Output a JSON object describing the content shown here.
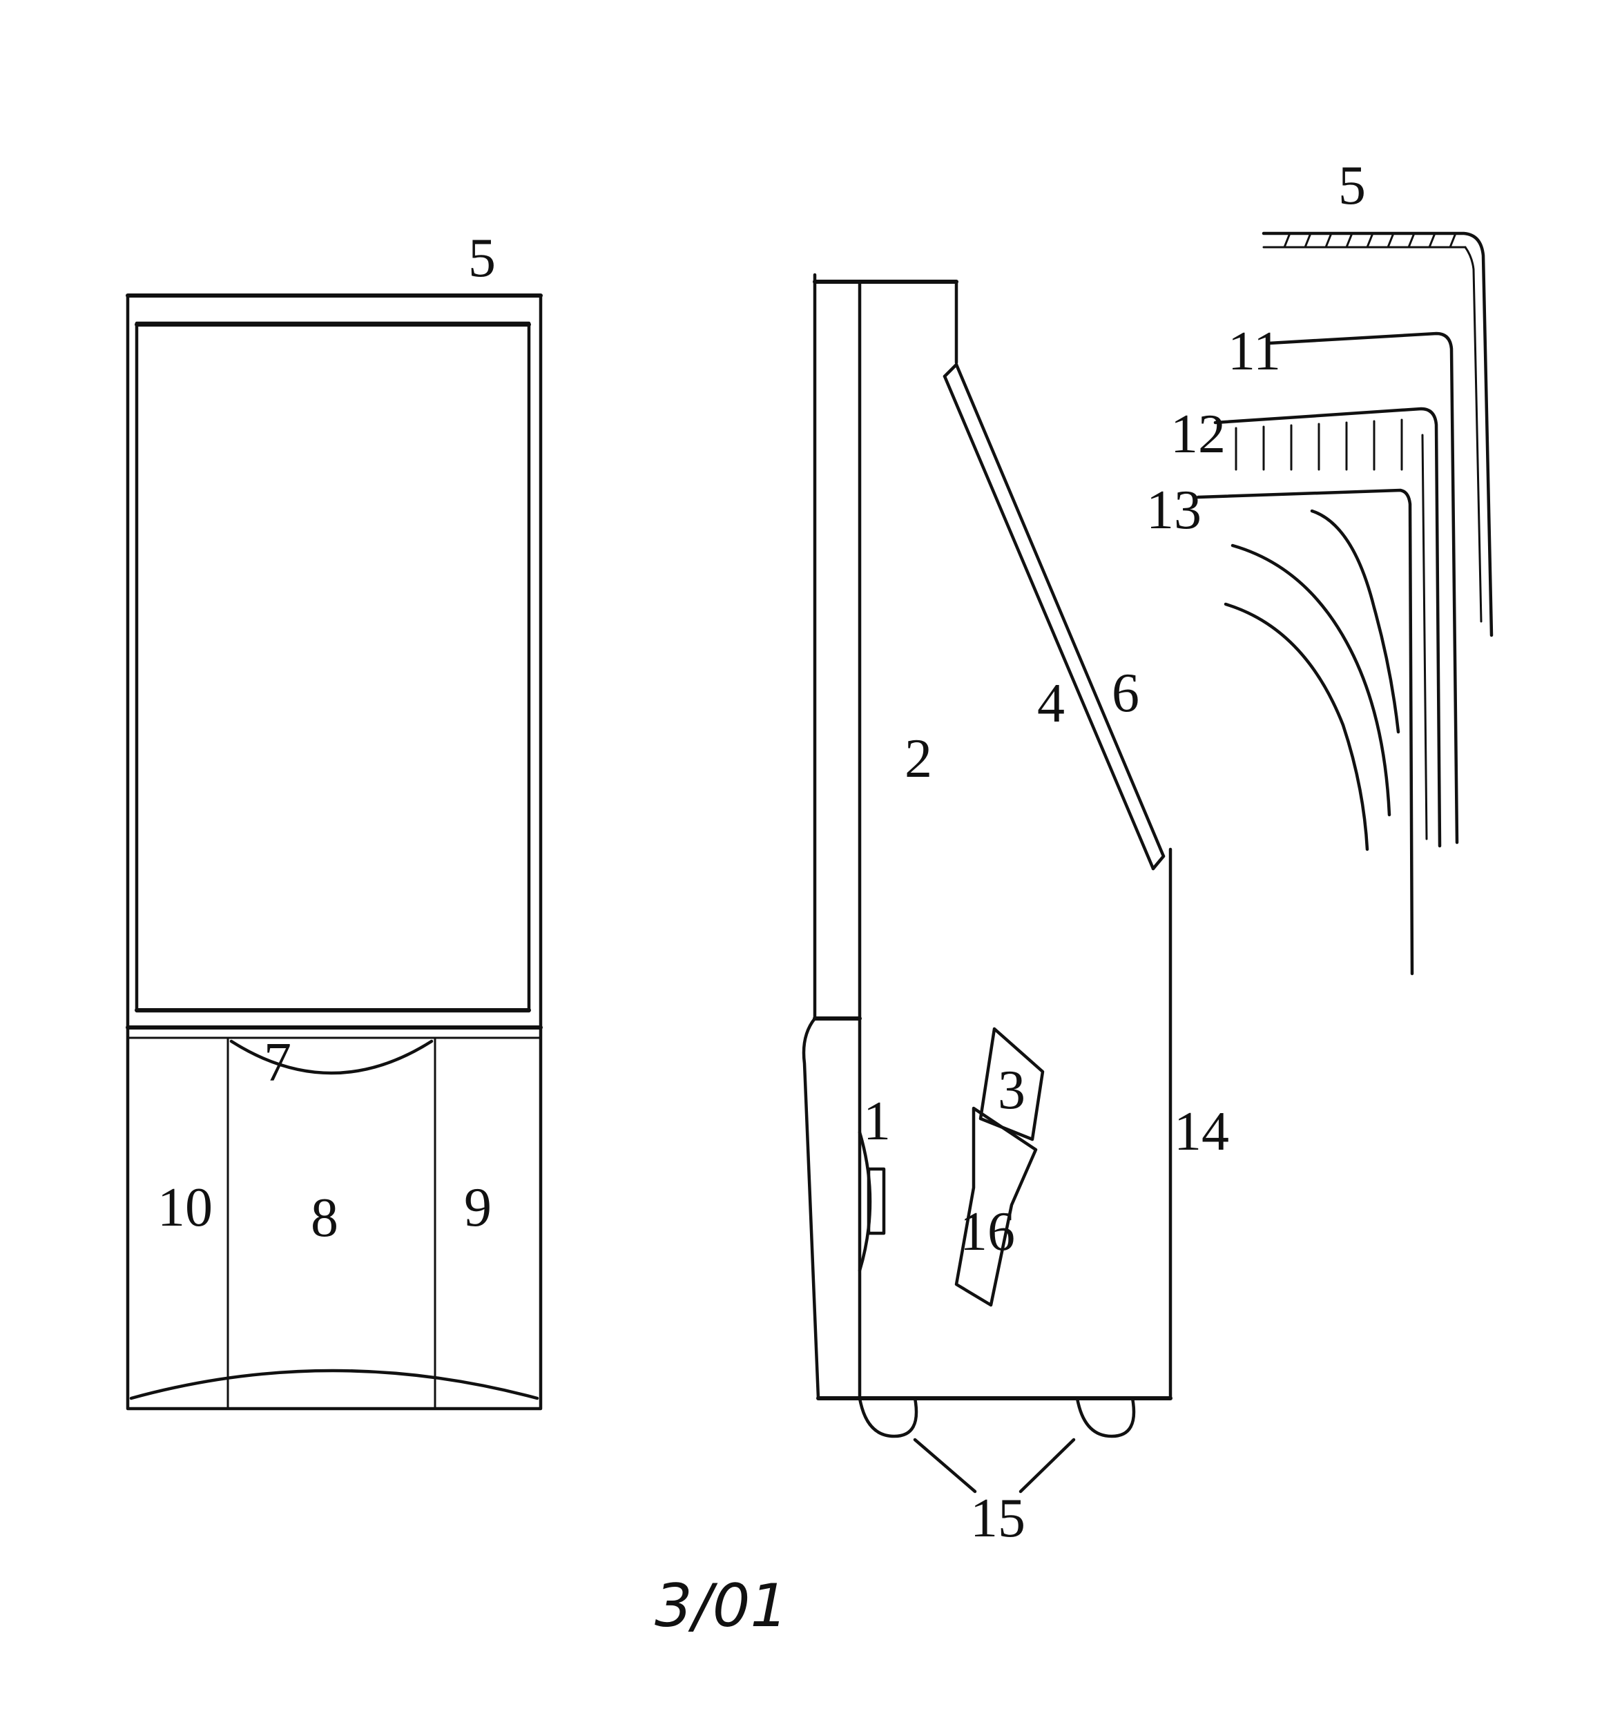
{
  "figure": {
    "caption": "3/01",
    "front_view": {
      "labels": {
        "top": "5",
        "curve": "7",
        "center_panel": "8",
        "right_panel": "9",
        "left_panel": "10"
      }
    },
    "side_view": {
      "labels": {
        "front_part": "1",
        "body": "2",
        "inner_part": "3",
        "screen": "4",
        "cover": "6",
        "back": "14",
        "wheels": "15",
        "inner_panel": "16"
      }
    },
    "detail_view": {
      "labels": {
        "top_layer": "5",
        "layer_a": "11",
        "layer_b": "12",
        "layer_c": "13"
      }
    }
  }
}
